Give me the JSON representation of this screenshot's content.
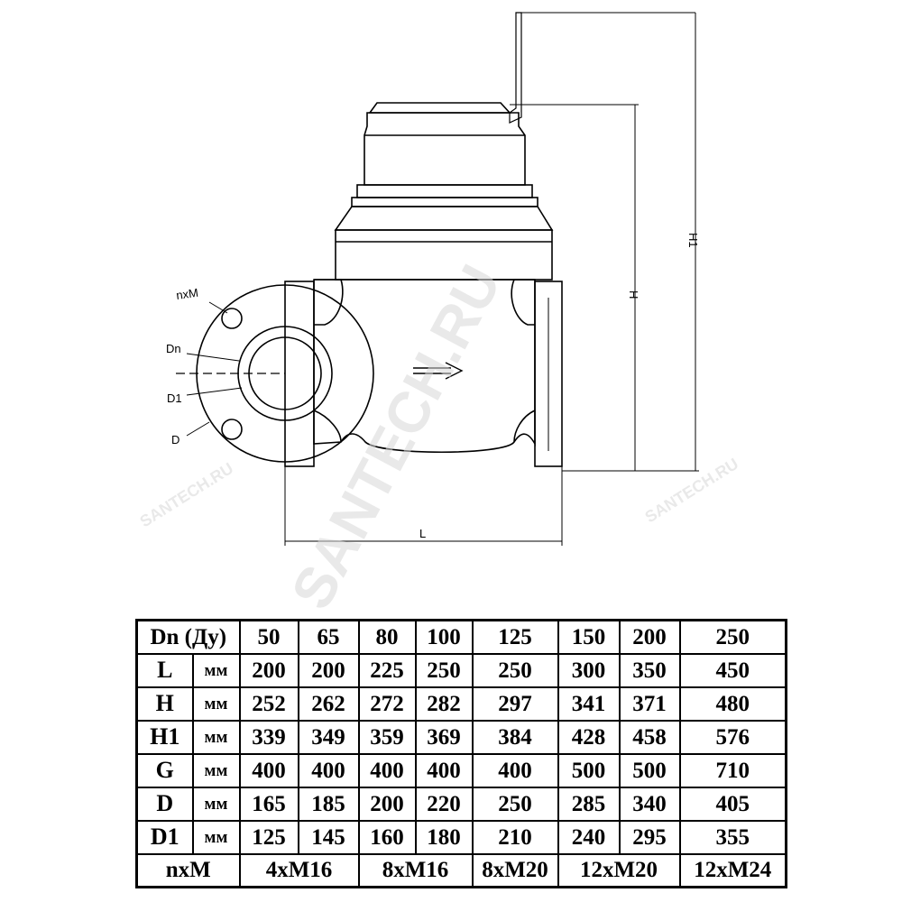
{
  "drawing": {
    "labels": {
      "nxm": "nxM",
      "dn": "Dn",
      "d1": "D1",
      "d": "D",
      "h": "H",
      "h1": "H1",
      "l": "L"
    },
    "flow_arrow": "⇒"
  },
  "watermark": {
    "main": "SANTECH.RU",
    "small": "SANTECH.RU"
  },
  "table": {
    "header_label": "Dn (Ду)",
    "header_values": [
      "50",
      "65",
      "80",
      "100",
      "125",
      "150",
      "200",
      "250"
    ],
    "rows": [
      {
        "param": "L",
        "unit": "мм",
        "values": [
          "200",
          "200",
          "225",
          "250",
          "250",
          "300",
          "350",
          "450"
        ]
      },
      {
        "param": "H",
        "unit": "мм",
        "values": [
          "252",
          "262",
          "272",
          "282",
          "297",
          "341",
          "371",
          "480"
        ]
      },
      {
        "param": "H1",
        "unit": "мм",
        "values": [
          "339",
          "349",
          "359",
          "369",
          "384",
          "428",
          "458",
          "576"
        ]
      },
      {
        "param": "G",
        "unit": "мм",
        "values": [
          "400",
          "400",
          "400",
          "400",
          "400",
          "500",
          "500",
          "710"
        ]
      },
      {
        "param": "D",
        "unit": "мм",
        "values": [
          "165",
          "185",
          "200",
          "220",
          "250",
          "285",
          "340",
          "405"
        ]
      },
      {
        "param": "D1",
        "unit": "мм",
        "values": [
          "125",
          "145",
          "160",
          "180",
          "210",
          "240",
          "295",
          "355"
        ]
      }
    ],
    "bolts_label": "nxM",
    "bolts": [
      "4xM16",
      "8xM16",
      "8xM20",
      "12xM20",
      "12xM24"
    ]
  }
}
